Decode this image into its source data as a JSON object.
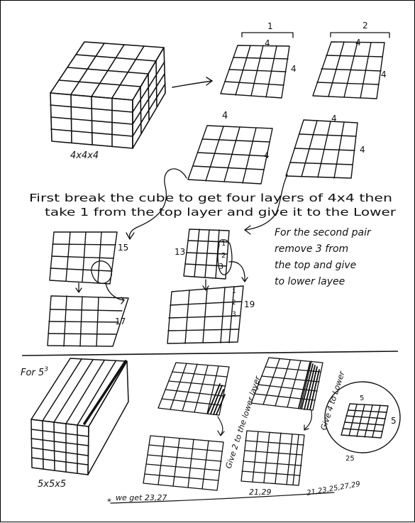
{
  "labels": {
    "one": "1",
    "two": "2",
    "four": "4",
    "cube_label": "4x4x4",
    "instruction_line1": "First break the cube to get four layers of 4x4 then",
    "instruction_line2": "take 1 from the top layer and give it to the Lower",
    "second_pair_line1": "For the second pair",
    "second_pair_line2": "remove 3 from",
    "second_pair_line3": "the top and give",
    "second_pair_line4": "to lower layee",
    "n15": "15",
    "n17": "17",
    "n13": "13",
    "n19": "19",
    "n1": "1",
    "n2": "2",
    "n3": "3",
    "for_5_cubed": "For 5",
    "cube5_label": "5x5x5",
    "give2": "Give 2 to the lower layer",
    "give4": "Give 4 to Lower",
    "five": "5",
    "n25": "25",
    "we_get": "we get 23,27",
    "star": "*",
    "pair2_values": "21,29",
    "result": "21,23,25,27,29"
  }
}
